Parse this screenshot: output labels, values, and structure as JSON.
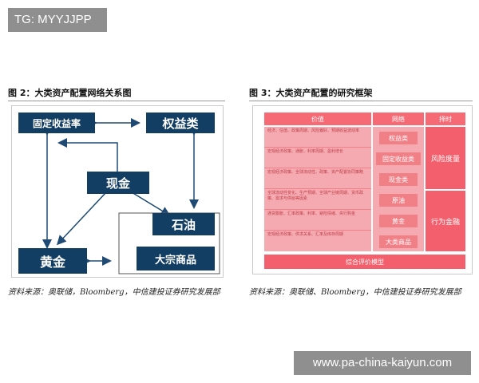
{
  "tag": "TG: MYYJJPP",
  "watermark": "www.pa-china-kaiyun.com",
  "figure2": {
    "caption": "图 2：大类资产配置网络关系图",
    "nodes": {
      "fixed_income": "固定收益率",
      "equity": "权益类",
      "cash": "现金",
      "oil": "石油",
      "gold": "黄金",
      "commodities": "大宗商品"
    },
    "source": "资料来源：奥联储，Bloomberg，中信建投证券研究发展部"
  },
  "figure3": {
    "caption": "图 3：大类资产配置的研究框架",
    "headers": [
      "价值",
      "网络",
      "择时"
    ],
    "value_rows": [
      "经济、估值、政策周期、风险偏好、预期收益波动率",
      "宏观经济政策、通胀、利率周期、盈利增长",
      "宏观经济政策、全球流动性、政策、资产配置协同策略",
      "全球流动性变化、生产预期、全球产业链周期、货币政策、需求与供给等因素",
      "通货膨胀、汇率政策、利率、避险情绪、央行购金",
      "宏观经济政策、供求关系、汇率及库存周期"
    ],
    "network_items": [
      "权益类",
      "固定收益类",
      "现金类",
      "原油",
      "黄金",
      "大类商品"
    ],
    "timing_items": [
      "风险度量",
      "行为金融"
    ],
    "footer": "综合评价模型",
    "source": "资料来源：奥联储、Bloomberg，中信建投证券研究发展部"
  }
}
